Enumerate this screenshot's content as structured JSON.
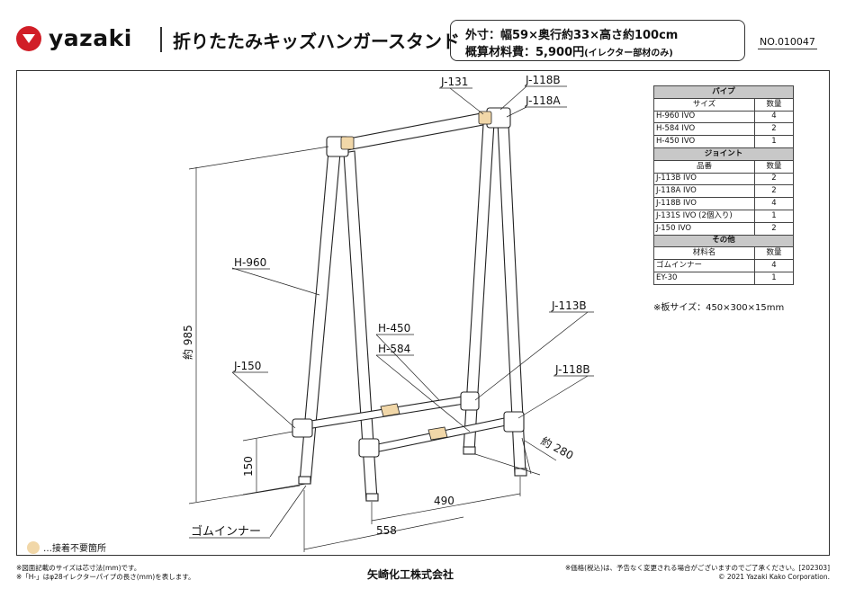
{
  "header": {
    "brand": "yazaki",
    "title": "折りたたみキッズハンガースタンド",
    "spec_line1": "外寸：幅59×奥行約33×高さ約100cm",
    "spec_line2_main": "概算材料費：5,900円",
    "spec_line2_note": "(イレクター部材のみ)",
    "product_no": "NO.010047"
  },
  "diagram": {
    "labels": {
      "j131": "J-131",
      "j118b_top": "J-118B",
      "j118a": "J-118A",
      "h960": "H-960",
      "h450": "H-450",
      "h584": "H-584",
      "j113b": "J-113B",
      "j150": "J-150",
      "j118b_low": "J-118B",
      "rubber": "ゴムインナー"
    },
    "dims": {
      "height": "約 985",
      "d150": "150",
      "d490": "490",
      "d558": "558",
      "depth": "約 280"
    }
  },
  "parts_table": {
    "pipe_section": "パイプ",
    "pipe_header": [
      "サイズ",
      "数量"
    ],
    "pipes": [
      [
        "H-960 IVO",
        "4"
      ],
      [
        "H-584 IVO",
        "2"
      ],
      [
        "H-450 IVO",
        "1"
      ]
    ],
    "joint_section": "ジョイント",
    "joint_header": [
      "品番",
      "数量"
    ],
    "joints": [
      [
        "J-113B IVO",
        "2"
      ],
      [
        "J-118A IVO",
        "2"
      ],
      [
        "J-118B IVO",
        "4"
      ],
      [
        "J-131S IVO (2個入り)",
        "1"
      ],
      [
        "J-150 IVO",
        "2"
      ]
    ],
    "other_section": "その他",
    "other_header": [
      "材料名",
      "数量"
    ],
    "others": [
      [
        "ゴムインナー",
        "4"
      ],
      [
        "EY-30",
        "1"
      ]
    ],
    "board_note": "※板サイズ：450×300×15mm"
  },
  "legend": {
    "text": "…接着不要箇所",
    "color": "#f1d7a8"
  },
  "footer": {
    "note_left_1": "※図面記載のサイズは芯寸法(mm)です。",
    "note_left_2": "※「H-」はφ28イレクターパイプの長さ(mm)を表します。",
    "company": "矢崎化工株式会社",
    "note_right_1": "※価格(税込)は、予告なく変更される場合がございますのでご了承ください。[202303]",
    "note_right_2": "© 2021 Yazaki Kako Corporation."
  },
  "colors": {
    "brand_red": "#d11e27",
    "joint_glue_free": "#f1d7a8",
    "table_header": "#c8c8c8"
  }
}
